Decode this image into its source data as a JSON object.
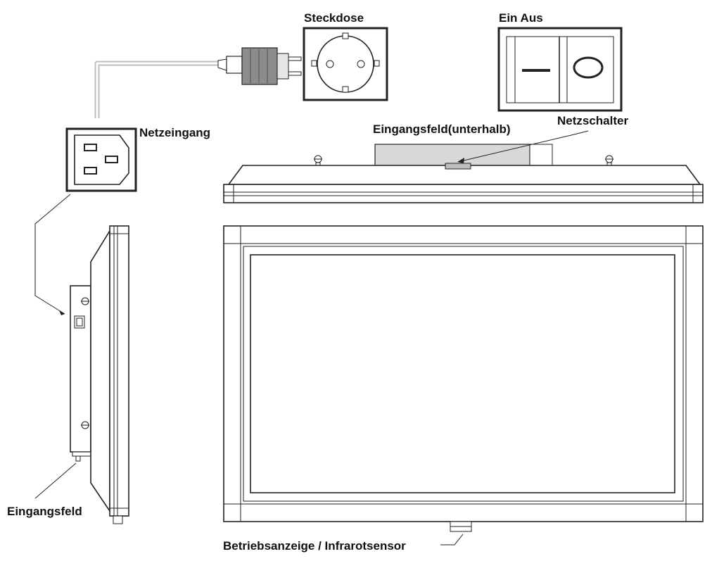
{
  "labels": {
    "socket": "Steckdose",
    "switch_label": "Ein Aus",
    "power_input": "Netzeingang",
    "input_panel_below": "Eingangsfeld(unterhalb)",
    "power_switch": "Netzschalter",
    "input_panel": "Eingangsfeld",
    "indicator_sensor": "Betriebsanzeige / Infrarotsensor"
  },
  "switch_symbols": {
    "on": "I",
    "off": "O"
  },
  "colors": {
    "line": "#222222",
    "panel_fill": "#d8d8d8",
    "plug_grey": "#8c8c8c",
    "cable": "#bdbdbd"
  }
}
